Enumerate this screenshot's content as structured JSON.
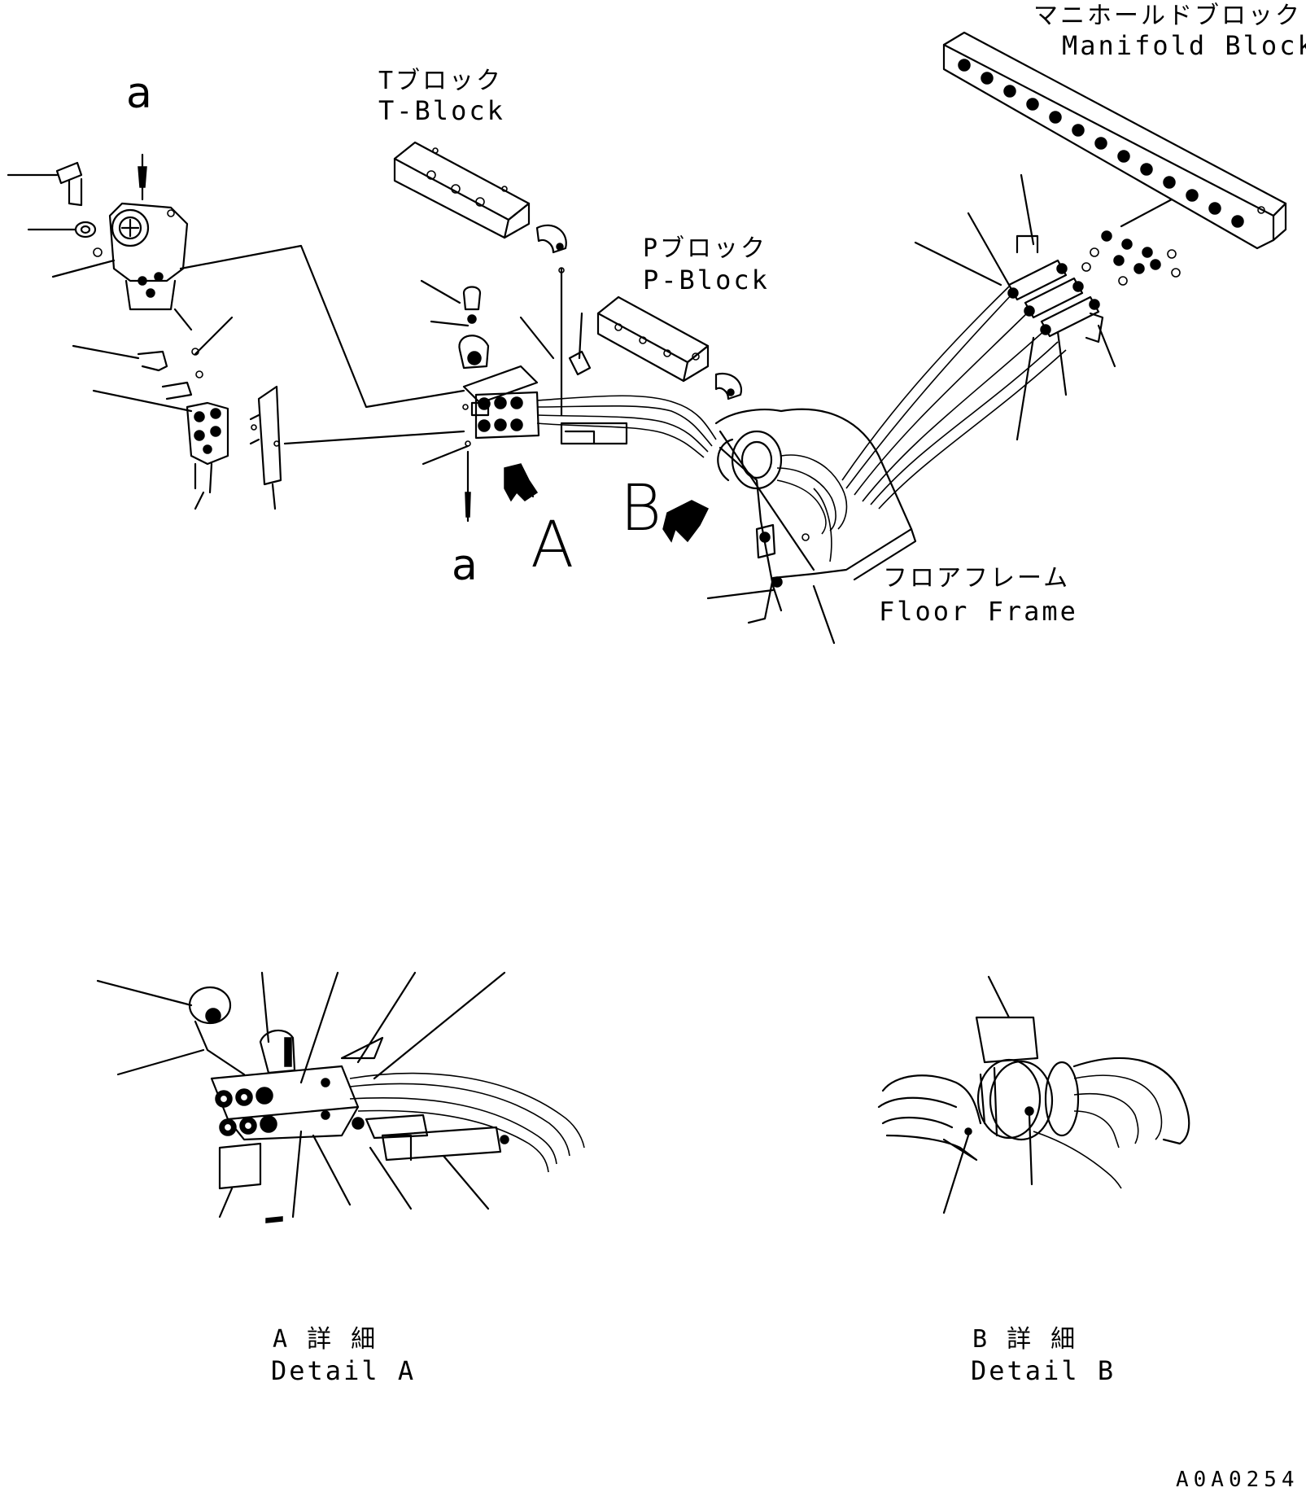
{
  "labels": {
    "manifold_jp": "マニホールドブロック",
    "manifold_en": "Manifold Block",
    "tblock_jp": "Tブロック",
    "tblock_en": "T-Block",
    "pblock_jp": "Pブロック",
    "pblock_en": "P-Block",
    "floor_frame_jp": "フロアフレーム",
    "floor_frame_en": "Floor Frame",
    "detail_a_jp": "A 詳 細",
    "detail_a_en": "Detail A",
    "detail_b_jp": "B 詳 細",
    "detail_b_en": "Detail B"
  },
  "callouts": {
    "a_top": "a",
    "a_bottom": "a",
    "view_a": "A",
    "view_b": "B"
  },
  "drawing_id": "A0A0254"
}
